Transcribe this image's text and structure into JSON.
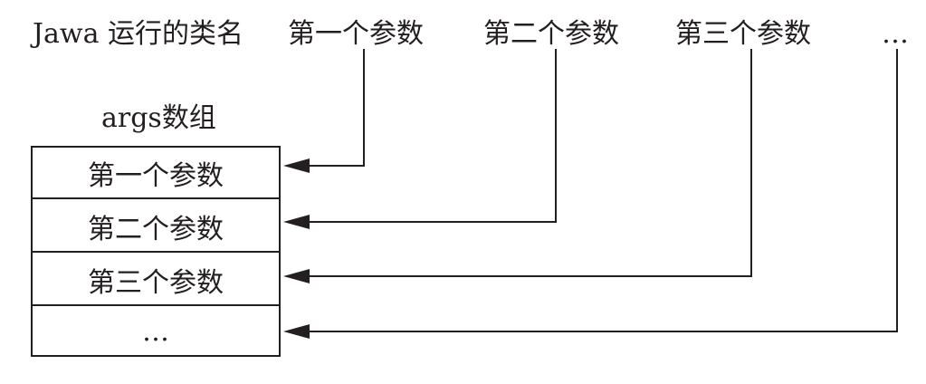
{
  "header": {
    "class_name": "Jawa 运行的类名",
    "param1": "第一个参数",
    "param2": "第二个参数",
    "param3": "第三个参数",
    "more": "…"
  },
  "array": {
    "title": "args数组",
    "cells": [
      "第一个参数",
      "第二个参数",
      "第三个参数",
      "…"
    ]
  },
  "colors": {
    "ink": "#231f20",
    "background": "#ffffff"
  }
}
